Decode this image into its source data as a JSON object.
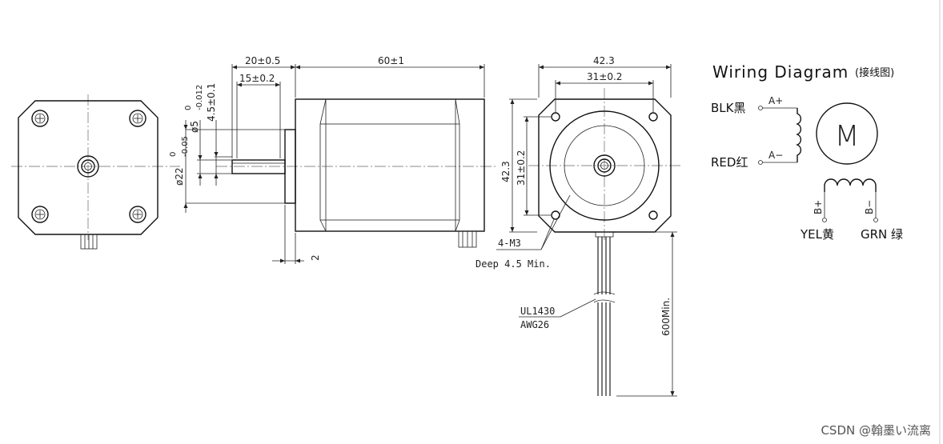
{
  "side_view": {
    "dim_shaft_total": "20±0.5",
    "dim_shaft_flat": "15±0.2",
    "dim_body_length": "60±1",
    "dim_flat_main": "ø5",
    "dim_flat_tol_upper": "0",
    "dim_flat_tol_lower": "-0.012",
    "dim_flat_depth": "4.5±0.1",
    "dim_boss_main": "ø22",
    "dim_boss_tol_upper": "0",
    "dim_boss_tol_lower": "-0.05",
    "dim_boss_height": "2"
  },
  "end_view": {
    "dim_body_width": "42.3",
    "dim_hole_spacing": "31±0.2",
    "dim_body_height": "42.3",
    "dim_hole_spacing_v": "31±0.2",
    "note_thread": "4-M3",
    "note_depth": "Deep 4.5 Min.",
    "cable_spec_1": "UL1430",
    "cable_spec_2": "AWG26",
    "cable_length": "600Min."
  },
  "wiring": {
    "title": "Wiring Diagram",
    "title_cn": "(接线图)",
    "blk_label": "BLK黑",
    "red_label": "RED红",
    "a_plus": "A+",
    "a_minus": "A−",
    "b_plus": "B+",
    "b_minus": "B−",
    "yel_label": "YEL黄",
    "grn_label": "GRN 绿",
    "motor_symbol": "M"
  },
  "watermark": "CSDN @翰墨い流离"
}
